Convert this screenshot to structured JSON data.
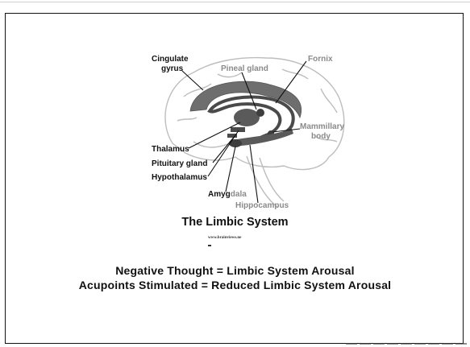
{
  "diagram": {
    "labels": {
      "cingulate_line1": "Cingulate",
      "cingulate_line2": "gyrus",
      "pineal": "Pineal gland",
      "fornix": "Fornix",
      "mammillary_line1": "Mammillary",
      "mammillary_line2": "body",
      "thalamus": "Thalamus",
      "pituitary": "Pituitary gland",
      "hypothalamus": "Hypothalamus",
      "amygdala_dark": "Amyg",
      "amygdala_light": "dala",
      "hippocampus": "Hippocampus"
    },
    "colors": {
      "cingulate": "#6e6e6e",
      "brain_outline": "#bdbdbd",
      "structures": "#4a4a4a",
      "gray_label": "#8a8a8a"
    }
  },
  "title": "The Limbic System",
  "source": "www.brainviews.ne",
  "caption": {
    "line1": "Negative Thought = Limbic System Arousal",
    "line2": "Acupoints Stimulated = Reduced Limbic System Arousal"
  }
}
